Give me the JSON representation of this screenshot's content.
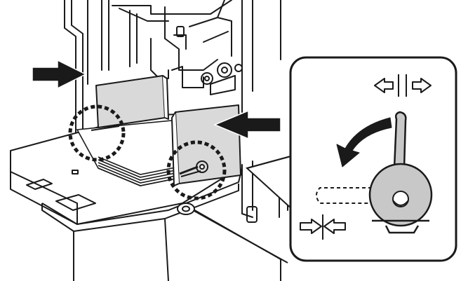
{
  "figure": {
    "subject": "paper-feed-tray-guide-adjustment",
    "colors": {
      "line": "#1a1a1a",
      "paper": "#ffffff",
      "guide_fill": "#d9d9d9",
      "lever_fill": "#c8c8c8",
      "arrow_fill": "#1a1a1a",
      "dotted_circle": "#1a1a1a"
    },
    "icons": {
      "insert-arrow-left": "solid-black-arrow-right",
      "insert-arrow-right": "solid-black-arrow-left",
      "spread-icon": "outline-double-arrow-apart",
      "squeeze-icon": "outline-double-arrow-together",
      "rotate-arrow": "curved-solid-arrow-counterclockwise"
    }
  }
}
